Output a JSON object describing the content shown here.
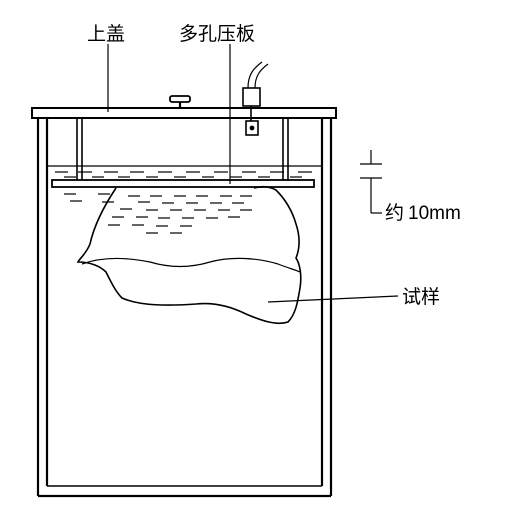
{
  "labels": {
    "lid": "上盖",
    "perforated_plate": "多孔压板",
    "depth_prefix": "约",
    "depth_value": "10mm",
    "specimen": "试样"
  }
}
